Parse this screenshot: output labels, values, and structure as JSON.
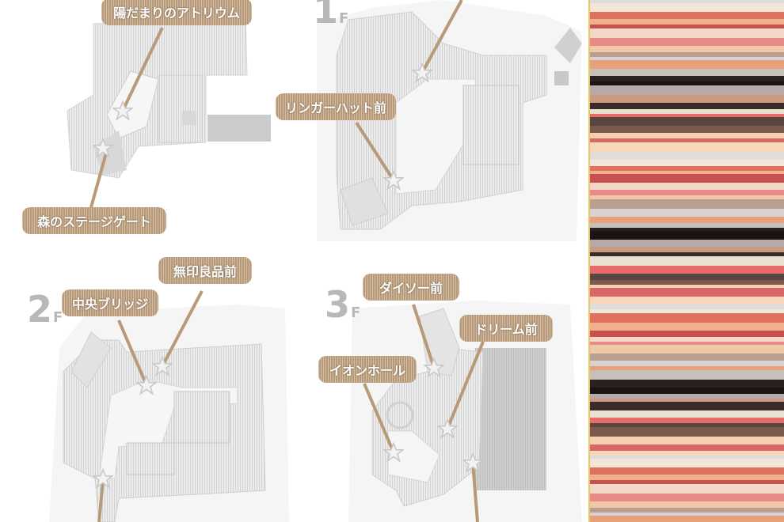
{
  "floors": [
    {
      "id": "gf",
      "number": "",
      "suffix": ""
    },
    {
      "id": "1f",
      "number": "1",
      "suffix": "F"
    },
    {
      "id": "2f",
      "number": "2",
      "suffix": "F"
    },
    {
      "id": "3f",
      "number": "3",
      "suffix": "F"
    }
  ],
  "callouts": {
    "atrium": "陽だまりのアトリウム",
    "forest_gate": "森のステージゲート",
    "ringer_hut": "リンガーハット前",
    "central_bridge": "中央ブリッジ",
    "muji": "無印良品前",
    "daiso": "ダイソー前",
    "dream": "ドリーム前",
    "aeon_hall": "イオンホール"
  },
  "colors": {
    "callout_fill": "#b89a78",
    "floor_plate": "#e9e9e9",
    "walkway": "#f6f6f6",
    "star_outline": "#c9c9c9",
    "strip_border": "#e6c766"
  },
  "icons": {
    "marker": "star-icon"
  }
}
